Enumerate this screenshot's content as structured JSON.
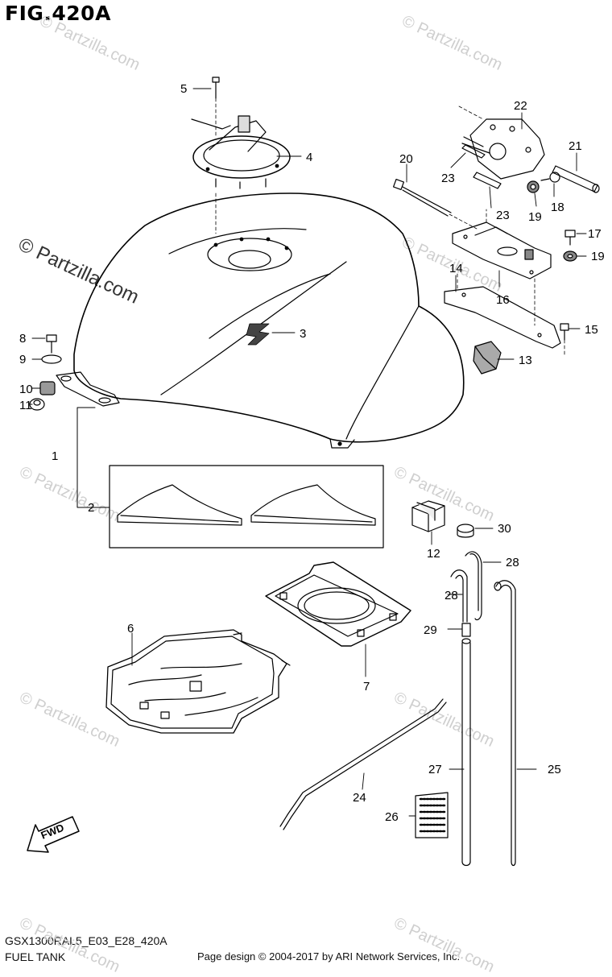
{
  "figure": {
    "title": "FIG.420A",
    "diagram_code": "GSX1300RAL5_E03_E28_420A",
    "caption": "FUEL TANK",
    "credit": "Page design © 2004-2017 by ARI Network Services, Inc."
  },
  "watermark": {
    "text": "© Partzilla.com"
  },
  "fwd_arrow": {
    "label": "FWD"
  },
  "part_labels": [
    "1",
    "2",
    "3",
    "4",
    "5",
    "6",
    "7",
    "8",
    "9",
    "10",
    "11",
    "12",
    "13",
    "14",
    "15",
    "16",
    "17",
    "18",
    "19",
    "19",
    "20",
    "21",
    "22",
    "23",
    "23",
    "24",
    "25",
    "26",
    "27",
    "28",
    "28",
    "29",
    "30"
  ]
}
